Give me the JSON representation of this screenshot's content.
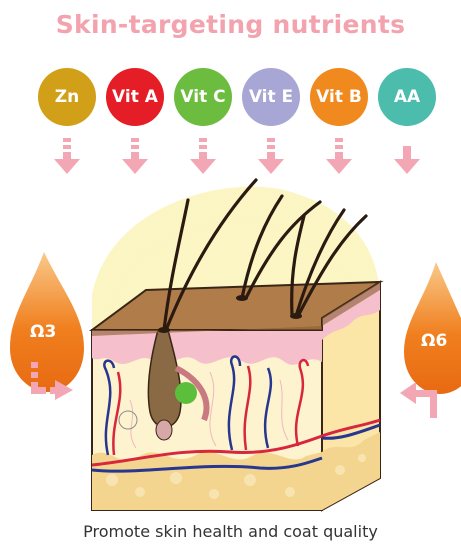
{
  "title": "Skin-targeting nutrients",
  "nutrients": [
    {
      "label": "Zn",
      "color": "#d1a018"
    },
    {
      "label": "Vit A",
      "color": "#e41d26"
    },
    {
      "label": "Vit C",
      "color": "#6cbd3f"
    },
    {
      "label": "Vit E",
      "color": "#a8a6d4"
    },
    {
      "label": "Vit B",
      "color": "#f08a1e"
    },
    {
      "label": "AA",
      "color": "#4cbcad"
    }
  ],
  "omega_left": "Ω3",
  "omega_right": "Ω6",
  "caption": "Promote skin health and coat quality",
  "colors": {
    "arrow": "#f3a7b4",
    "drop": "#f07f1e",
    "skin_top": "#b07d4a",
    "fat": "#f3d58f"
  }
}
